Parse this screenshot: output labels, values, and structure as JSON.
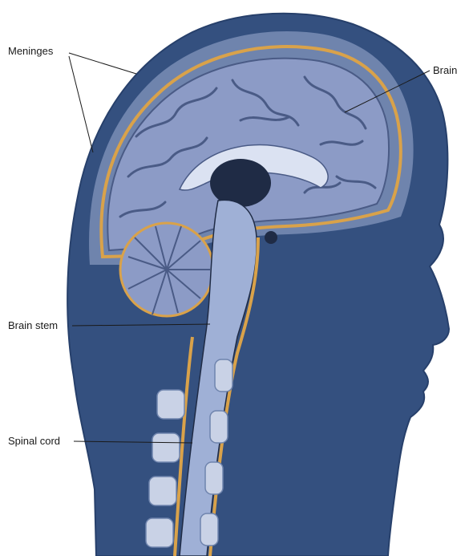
{
  "labels": {
    "meninges": "Meninges",
    "brain": "Brain",
    "brain_stem": "Brain stem",
    "spinal_cord": "Spinal cord"
  },
  "colors": {
    "skin": "#34507f",
    "skin_edge": "#27406b",
    "skull": "#6f84ad",
    "meninges": "#d9a24a",
    "brain": "#8c9bc6",
    "brain_fold": "#4a5b86",
    "dark": "#1f2b45",
    "vertebra": "#c9d2e6",
    "cord": "#9fb0d6"
  }
}
